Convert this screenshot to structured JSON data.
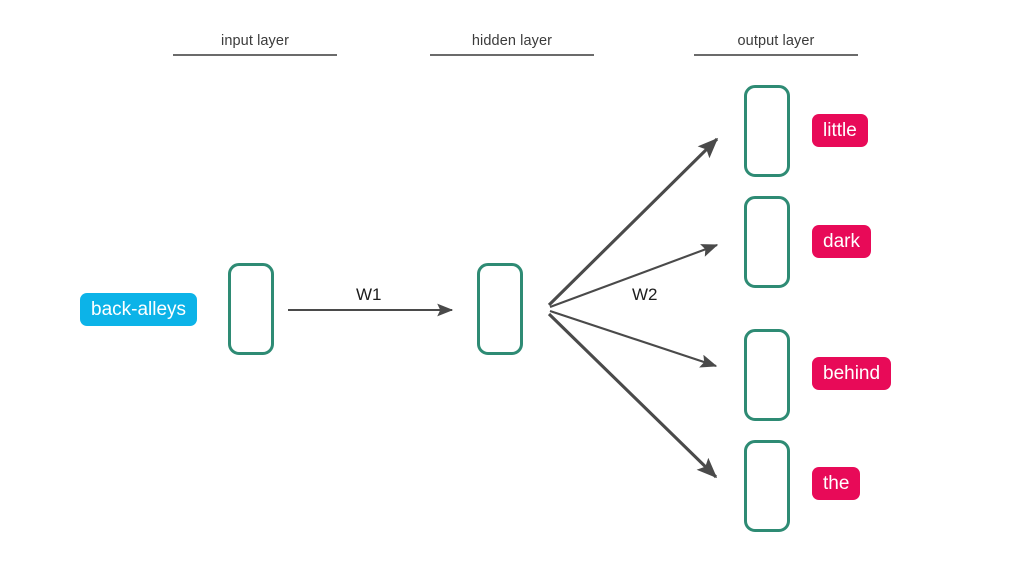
{
  "diagram": {
    "title_present": false,
    "background_color": "#ffffff",
    "node_border_color": "#2e8b74",
    "input_badge_color": "#0cb3e8",
    "output_badge_color": "#e80a58",
    "arrow_color": "#4a4a4a",
    "rule_color": "#6b6b6b",
    "layers": [
      {
        "id": "input",
        "caption": "input layer"
      },
      {
        "id": "hidden",
        "caption": "hidden layer"
      },
      {
        "id": "output",
        "caption": "output layer"
      }
    ],
    "input": {
      "badge_label": "back-alleys",
      "node_count": 1
    },
    "hidden": {
      "node_count": 1
    },
    "output": {
      "node_count": 4,
      "badges": [
        {
          "label": "little"
        },
        {
          "label": "dark"
        },
        {
          "label": "behind"
        },
        {
          "label": "the"
        }
      ]
    },
    "weights": [
      {
        "id": "w1",
        "label": "W1"
      },
      {
        "id": "w2",
        "label": "W2"
      }
    ]
  }
}
